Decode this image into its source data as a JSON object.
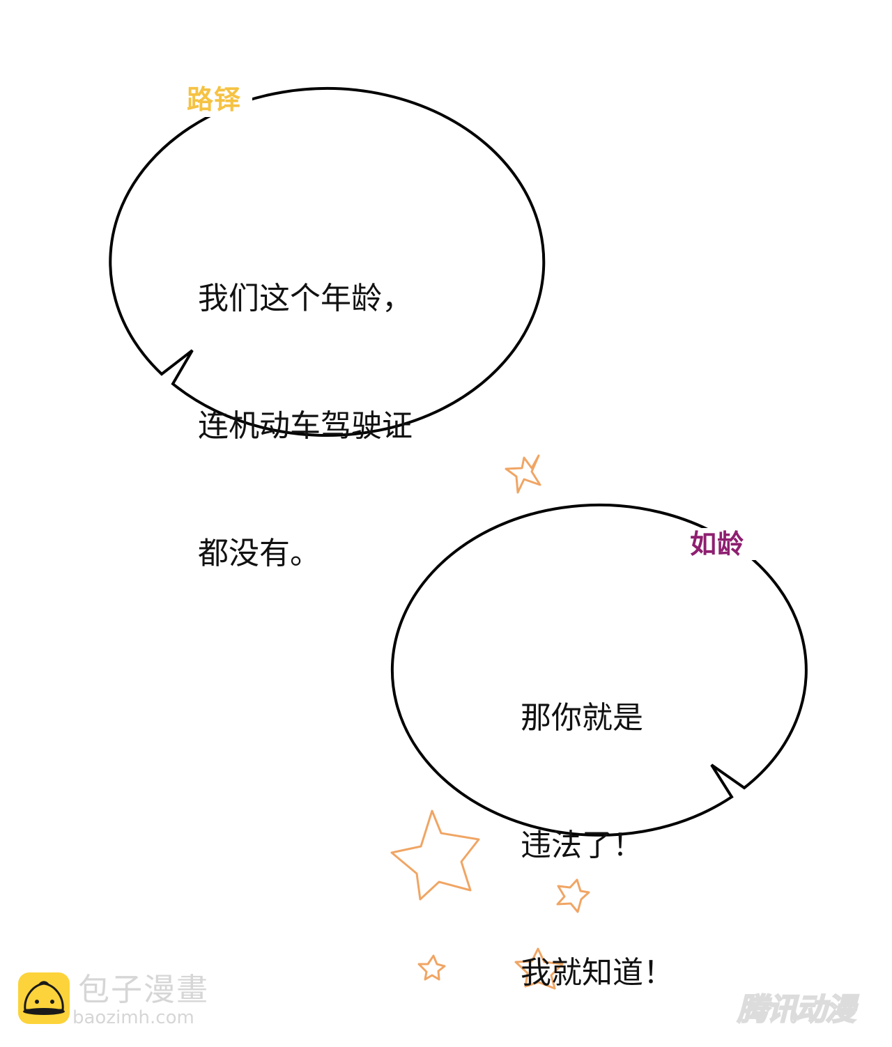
{
  "panel": {
    "background": "#ffffff",
    "bubble_stroke": "#000000",
    "star_color": "#f0a564"
  },
  "bubbles": [
    {
      "speaker": "路铎",
      "speaker_color": "#f5c242",
      "lines": [
        "我们这个年龄，",
        "连机动车驾驶证",
        "都没有。"
      ]
    },
    {
      "speaker": "如龄",
      "speaker_color": "#8e1f70",
      "lines": [
        "那你就是",
        "违法了！",
        "我就知道！"
      ]
    }
  ],
  "watermarks": {
    "left_brand": "包子漫畫",
    "left_url": "baozimh.com",
    "logo_icon": "bun-icon",
    "right_brand": "腾讯动漫"
  }
}
